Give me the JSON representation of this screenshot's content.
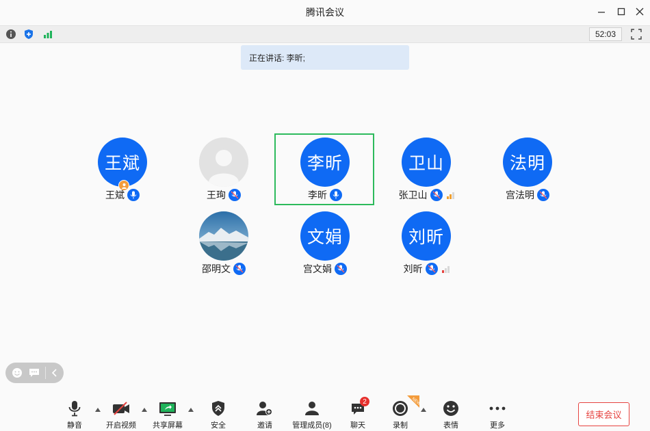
{
  "window": {
    "title": "腾讯会议"
  },
  "toolbar": {
    "timer": "52:03"
  },
  "speaking": {
    "text": "正在讲话: 李昕;"
  },
  "participants": [
    {
      "name": "王斌",
      "avatar_text": "王斌",
      "host": true
    },
    {
      "name": "王珣",
      "avatar_text": "",
      "avatar_type": "default-person"
    },
    {
      "name": "李昕",
      "avatar_text": "李昕",
      "active": true
    },
    {
      "name": "张卫山",
      "avatar_text": "卫山",
      "signal": "medium"
    },
    {
      "name": "宫法明",
      "avatar_text": "法明"
    },
    {
      "name": "邵明文",
      "avatar_text": "",
      "avatar_type": "landscape-photo"
    },
    {
      "name": "宫文娟",
      "avatar_text": "文娟"
    },
    {
      "name": "刘昕",
      "avatar_text": "刘昕",
      "signal": "low"
    }
  ],
  "bottom": {
    "mute": "静音",
    "video": "开启视频",
    "share": "共享屏幕",
    "security": "安全",
    "invite": "邀请",
    "members": "管理成员(8)",
    "chat": "聊天",
    "chat_badge": "2",
    "record": "录制",
    "record_tag": "NEW",
    "reactions": "表情",
    "more": "更多",
    "end": "结束会议"
  },
  "colors": {
    "accent": "#0f6af4",
    "active_border": "#2dba5c",
    "end": "#e64340",
    "speaking_bg": "#dde9f8"
  }
}
